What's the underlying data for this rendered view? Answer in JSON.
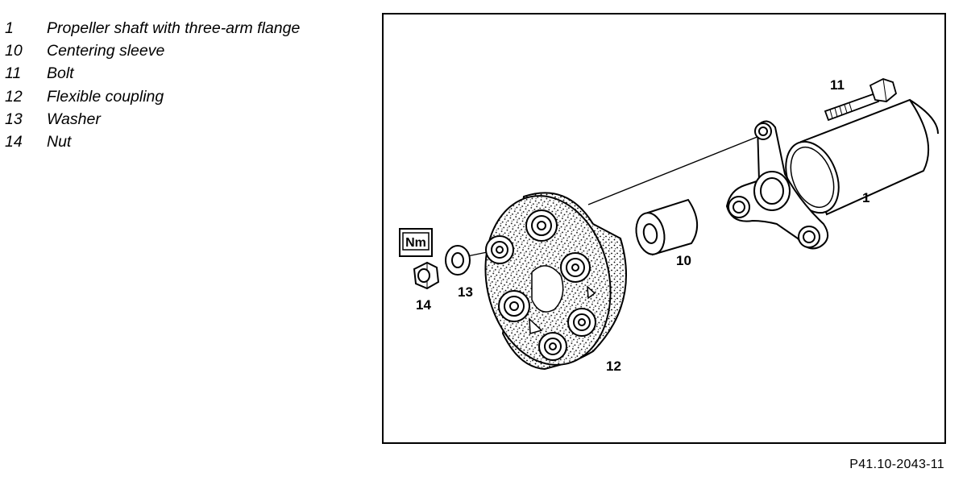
{
  "legend": [
    {
      "num": "1",
      "text": "Propeller shaft with three-arm flange"
    },
    {
      "num": "10",
      "text": "Centering sleeve"
    },
    {
      "num": "11",
      "text": "Bolt"
    },
    {
      "num": "12",
      "text": "Flexible coupling"
    },
    {
      "num": "13",
      "text": "Washer"
    },
    {
      "num": "14",
      "text": "Nut"
    }
  ],
  "callouts": {
    "c1": "1",
    "c10": "10",
    "c11": "11",
    "c12": "12",
    "c13": "13",
    "c14": "14"
  },
  "torque_symbol": "Nm",
  "figure_ref": "P41.10-2043-11",
  "colors": {
    "ink": "#000000",
    "paper": "#ffffff",
    "stipple": "#000000"
  }
}
